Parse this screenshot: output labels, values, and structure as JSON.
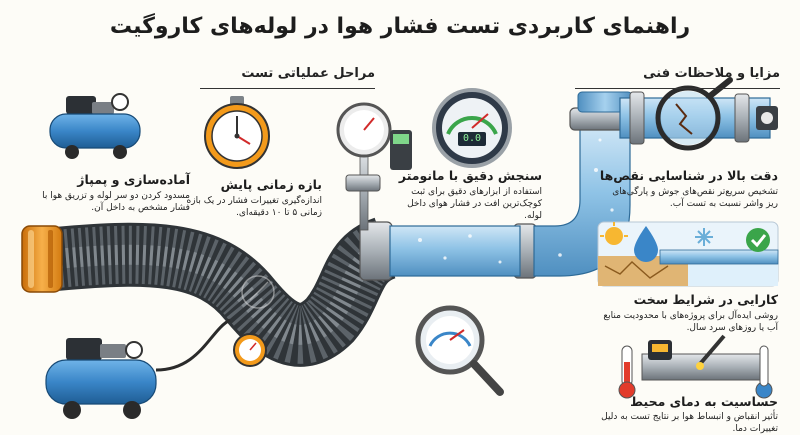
{
  "title": "راهنمای کاربردی تست فشار هوا در لوله‌های کاروگیت",
  "sections": {
    "steps": "مراحل عملیاتی تست",
    "features": "مزایا و ملاحظات فنی"
  },
  "steps": [
    {
      "title": "آماده‌سازی و پمپاژ",
      "desc": "مسدود کردن دو سر لوله و تزریق هوا با فشار مشخص به داخل آن."
    },
    {
      "title": "بازه زمانی پایش",
      "desc": "اندازه‌گیری تغییرات فشار در یک بازه زمانی ۵ تا ۱۰ دقیقه‌ای."
    },
    {
      "title": "سنجش دقیق با مانومتر",
      "desc": "استفاده از ابزارهای دقیق برای ثبت کوچک‌ترین افت در فشار هوای داخل لوله."
    }
  ],
  "features": [
    {
      "title": "دقت بالا در شناسایی نقص‌ها",
      "desc": "تشخیص سریع‌تر نقص‌های جوش و پارگی‌های ریز واشر نسبت به تست آب."
    },
    {
      "title": "کارایی در شرایط سخت",
      "desc": "روشی ایده‌آل برای پروژه‌های با محدودیت منابع آب یا روزهای سرد سال."
    },
    {
      "title": "حساسیت به دمای محیط",
      "desc": "تأثیر انقباض و انبساط هوا بر نتایج تست به دلیل تغییرات دما."
    }
  ],
  "gauge_display": "0.0",
  "colors": {
    "pipe_blue": "#8fc3e6",
    "corrugated_gray": "#4d5358",
    "compressor_blue": "#3a86c8",
    "end_cap_orange": "#f39a1b",
    "check_green": "#3aa54a"
  },
  "icons": [
    "compressor-icon",
    "stopwatch-icon",
    "pressure-gauge-icon",
    "digital-gauge-icon",
    "magnifier-gauge-icon",
    "crack-magnifier-icon",
    "water-drop-icon",
    "sun-icon",
    "snowflake-icon",
    "check-icon",
    "thermometer-icon",
    "welding-icon"
  ]
}
